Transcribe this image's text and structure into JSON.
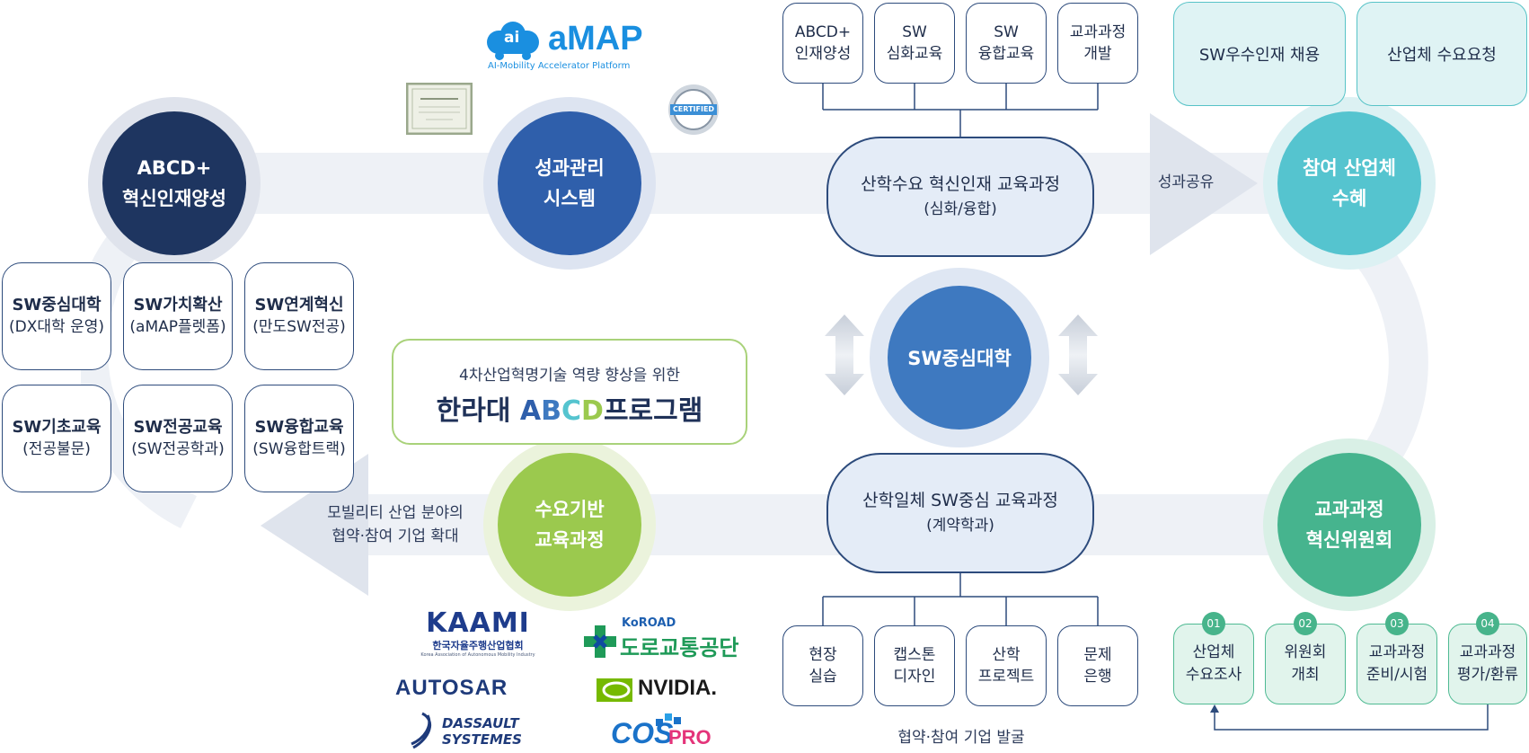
{
  "header_logo": {
    "name": "aMAP",
    "badge": "ai",
    "tagline": "AI-Mobility Accelerator Platform",
    "certified_stamp": "CERTIFIED"
  },
  "hubs": {
    "abcd": {
      "line1": "ABCD+",
      "line2": "혁신인재양성"
    },
    "performance": {
      "line1": "성과관리",
      "line2": "시스템"
    },
    "industry": {
      "line1": "참여 산업체",
      "line2": "수혜"
    },
    "demand": {
      "line1": "수요기반",
      "line2": "교육과정"
    },
    "committee": {
      "line1": "교과과정",
      "line2": "혁신위원회"
    },
    "center": {
      "label": "SW중심대학"
    }
  },
  "left_grid": [
    {
      "title": "SW중심대학",
      "sub": "(DX대학 운영)"
    },
    {
      "title": "SW가치확산",
      "sub": "(aMAP플렛폼)"
    },
    {
      "title": "SW연계혁신",
      "sub": "(만도SW전공)"
    },
    {
      "title": "SW기초교육",
      "sub": "(전공불문)"
    },
    {
      "title": "SW전공교육",
      "sub": "(SW전공학과)"
    },
    {
      "title": "SW융합교육",
      "sub": "(SW융합트랙)"
    }
  ],
  "top_boxes": [
    {
      "line1": "ABCD+",
      "line2": "인재양성"
    },
    {
      "line1": "SW",
      "line2": "심화교육"
    },
    {
      "line1": "SW",
      "line2": "융합교육"
    },
    {
      "line1": "교과과정",
      "line2": "개발"
    }
  ],
  "bottom_boxes": [
    {
      "line1": "현장",
      "line2": "실습"
    },
    {
      "line1": "캡스톤",
      "line2": "디자인"
    },
    {
      "line1": "산학",
      "line2": "프로젝트"
    },
    {
      "line1": "문제",
      "line2": "은행"
    }
  ],
  "pill_top": {
    "line1": "산학수요 혁신인재 교육과정",
    "line2": "(심화/융합)"
  },
  "pill_bottom": {
    "line1": "산학일체 SW중심 교육과정",
    "line2": "(계약학과)"
  },
  "teal_boxes": [
    "SW우수인재 채용",
    "산업체 수요요청"
  ],
  "committee_steps": [
    {
      "num": "01",
      "line1": "산업체",
      "line2": "수요조사"
    },
    {
      "num": "02",
      "line1": "위원회",
      "line2": "개최"
    },
    {
      "num": "03",
      "line1": "교과과정",
      "line2": "준비/시험"
    },
    {
      "num": "04",
      "line1": "교과과정",
      "line2": "평가/환류"
    }
  ],
  "labels": {
    "share": "성과공유",
    "expand_line1": "모빌리티 산업 분야의",
    "expand_line2": "협약·참여 기업 확대",
    "discover": "협약·참여 기업 발굴"
  },
  "program": {
    "subtitle": "4차산업혁명기술 역량 향상을 위한",
    "title_prefix": "한라대 ",
    "title_abcd": [
      "A",
      "B",
      "C",
      "D"
    ],
    "title_suffix": "프로그램"
  },
  "partners": {
    "kaami": "KAAMI",
    "kaami_kr": "한국자율주행산업협회",
    "kaami_en": "Korea Association of Autonomous Mobility Industry",
    "koroad_en": "KoROAD",
    "koroad_kr": "도로교통공단",
    "autosar": "AUTOSAR",
    "nvidia": "NVIDIA.",
    "dassault1": "DASSAULT",
    "dassault2": "SYSTEMES",
    "cos": "COS",
    "pro": "PRO"
  },
  "colors": {
    "navy": "#1e3560",
    "blue": "#2f5fab",
    "center_blue": "#3e79c0",
    "teal": "#55c4cf",
    "green": "#9bc94e",
    "committee_green": "#46b48e",
    "outline": "#2d4b7c"
  }
}
